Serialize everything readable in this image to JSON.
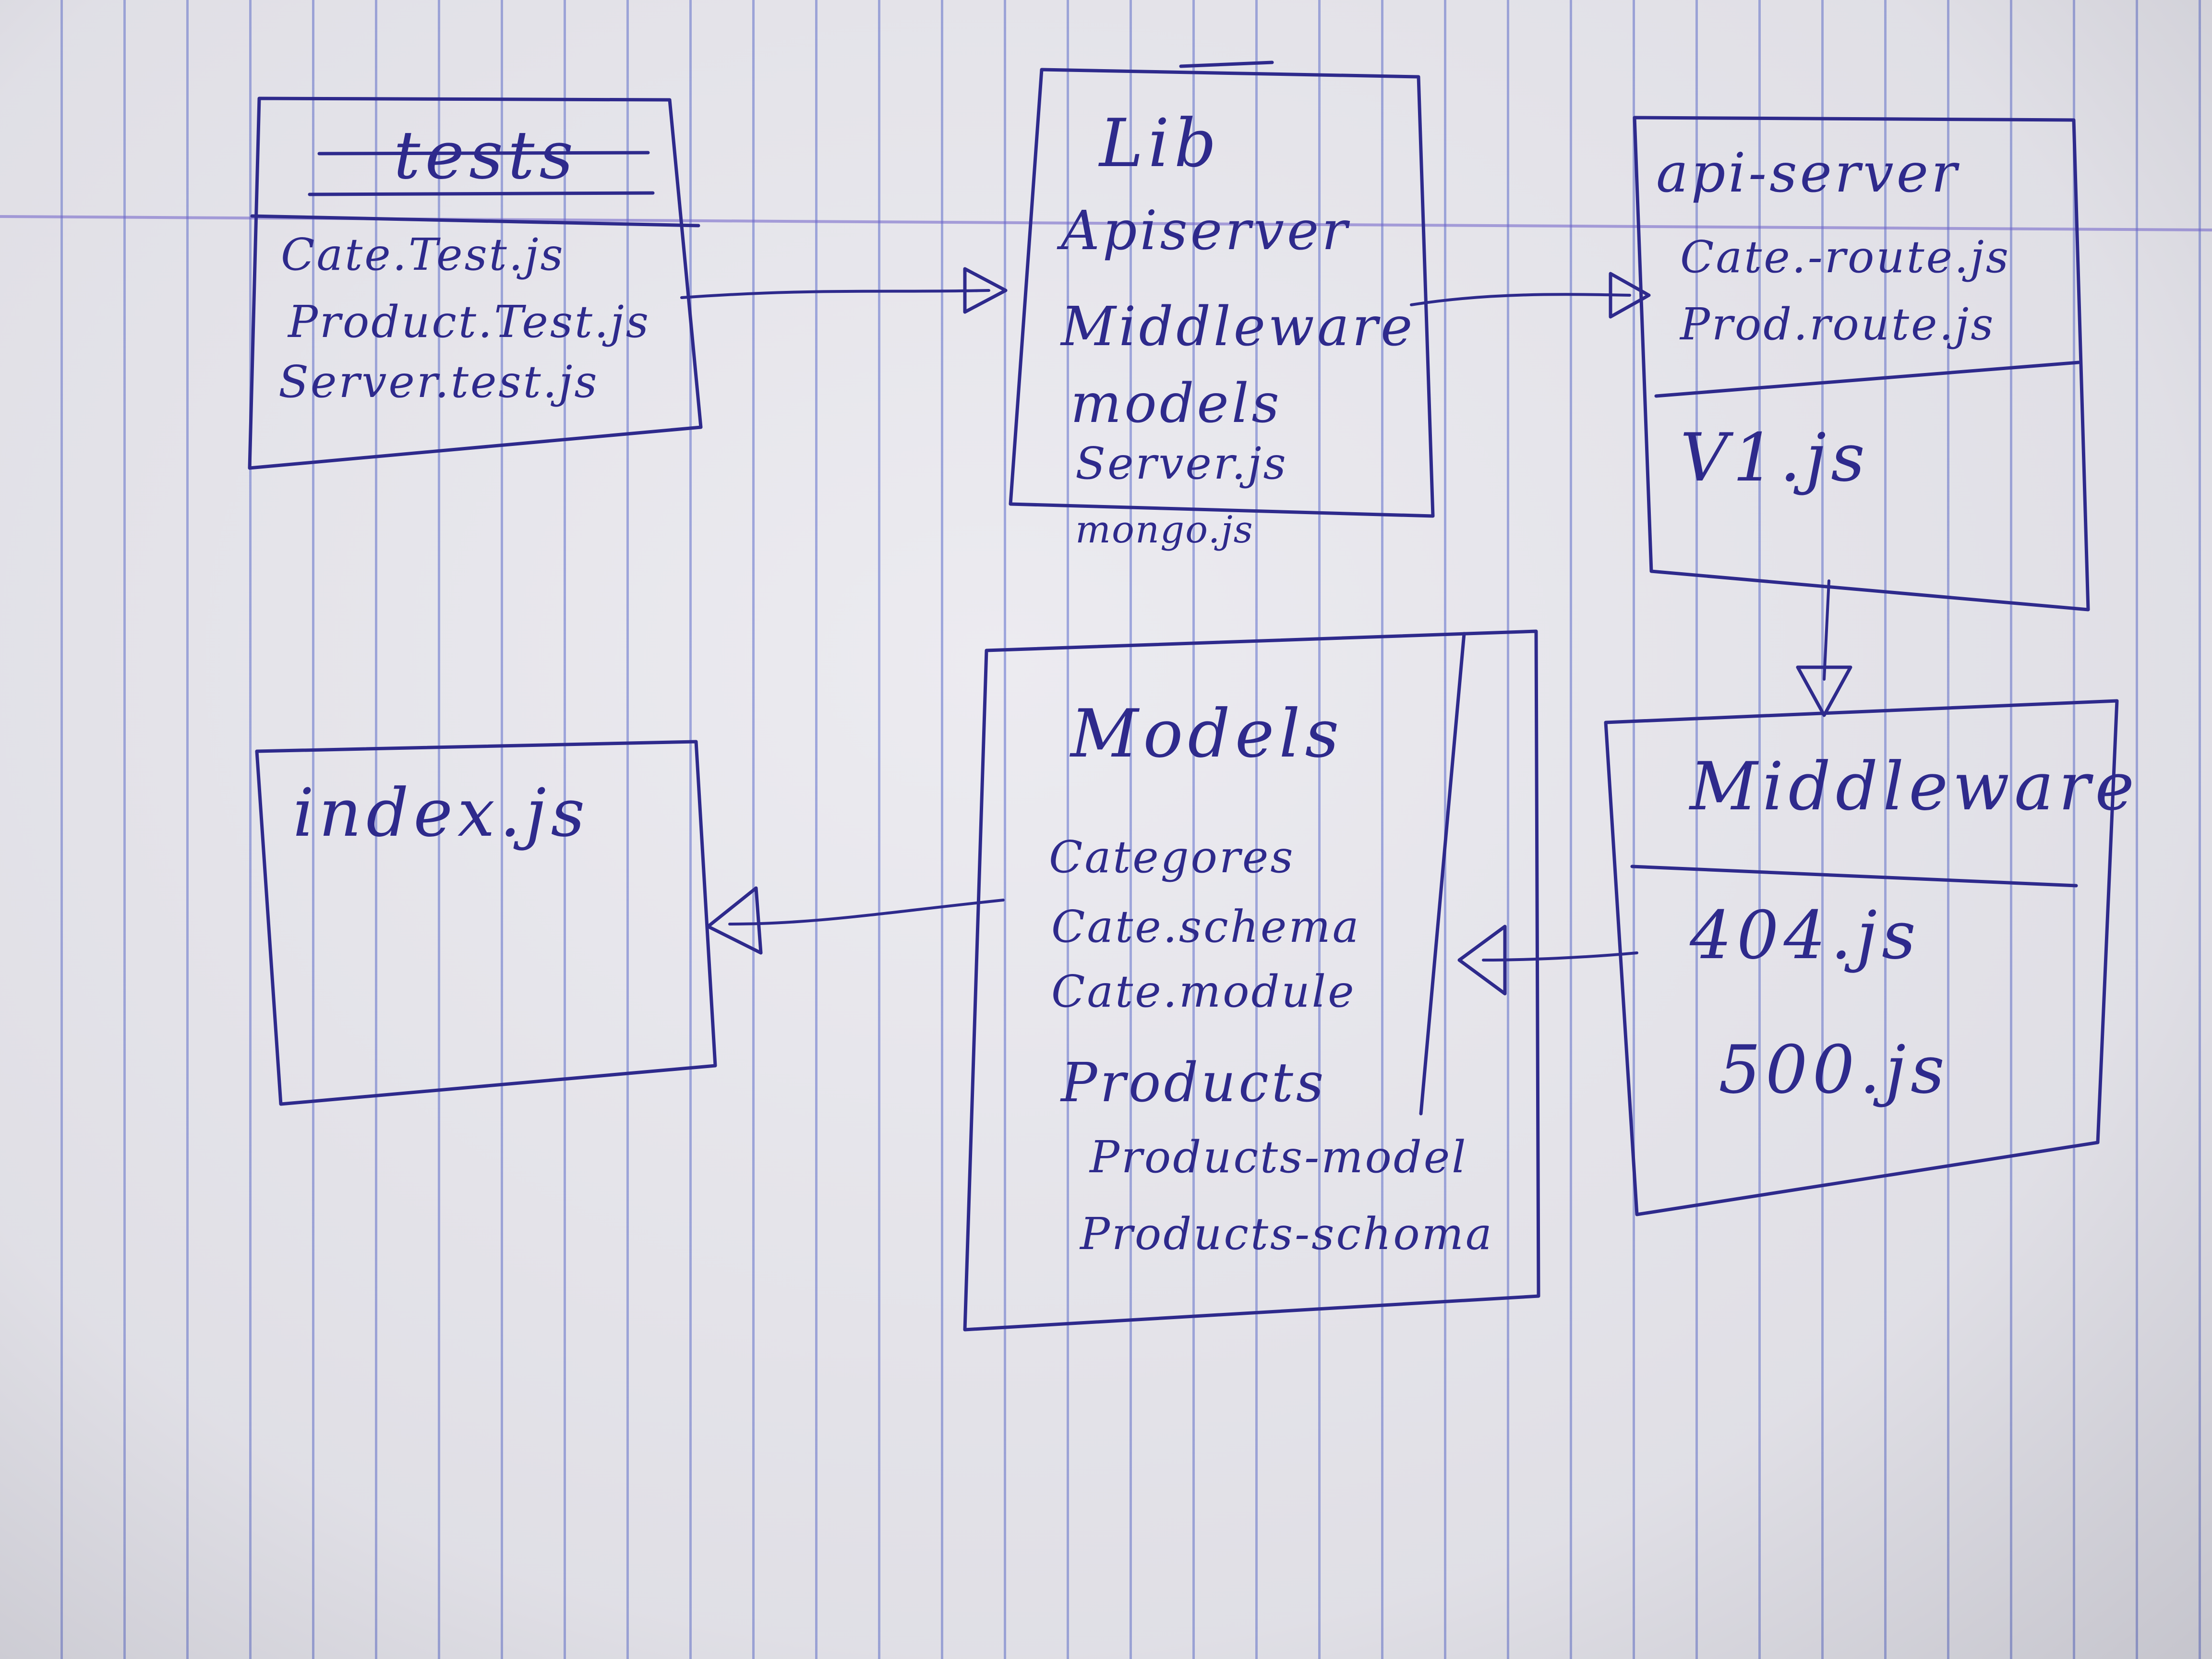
{
  "nodes": {
    "tests": {
      "title": "tests",
      "items": [
        "Cate.Test.js",
        "Product.Test.js",
        "Server.test.js"
      ]
    },
    "lib": {
      "title": "Lib",
      "items": [
        "Apiserver",
        "Middleware",
        "models",
        "Server.js",
        "mongo.js"
      ]
    },
    "api_server": {
      "title": "api-server",
      "items": [
        "Cate.-route.js",
        "Prod.route.js"
      ],
      "footer": "V1.js"
    },
    "index": {
      "title": "index.js"
    },
    "models": {
      "title": "Models",
      "items": [
        "Categores",
        "Cate.schema",
        "Cate.module",
        "Products",
        "Products-model",
        "Products-schoma"
      ]
    },
    "middleware": {
      "title": "Middleware",
      "items": [
        "404.js",
        "500.js"
      ]
    }
  },
  "edges": [
    {
      "from": "tests",
      "to": "lib"
    },
    {
      "from": "lib",
      "to": "api_server"
    },
    {
      "from": "api_server",
      "to": "middleware"
    },
    {
      "from": "middleware",
      "to": "models"
    },
    {
      "from": "models",
      "to": "index"
    }
  ],
  "colors": {
    "ink": "#2e2a8c",
    "paper": "#ecebf0",
    "rule_line": "#5f6ecd"
  }
}
